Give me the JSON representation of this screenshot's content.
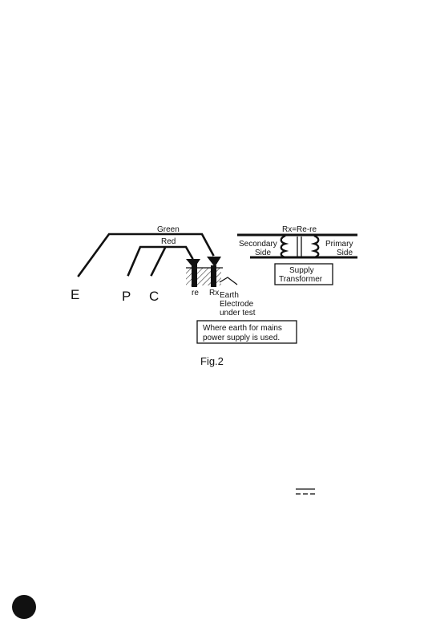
{
  "diagram": {
    "terminals": {
      "e": "E",
      "p": "P",
      "c": "C"
    },
    "leads": {
      "green": "Green",
      "red": "Red"
    },
    "earth_labels": {
      "re": "re",
      "rx": "Rx"
    },
    "electrode_label": [
      "Earth",
      "Electrode",
      "under test"
    ],
    "note_box": [
      "Where earth for mains",
      "power supply is used."
    ],
    "transformer": {
      "formula": "Rx=Re-re",
      "secondary_side": [
        "Secondary",
        "Side"
      ],
      "primary_side": [
        "Primary",
        "Side"
      ],
      "box_label": [
        "Supply",
        "Transformer"
      ]
    },
    "caption": "Fig.2"
  },
  "footer": {
    "dc_symbol_icon": "dc-symbol-icon",
    "page_marker_icon": "page-marker-circle-icon"
  }
}
